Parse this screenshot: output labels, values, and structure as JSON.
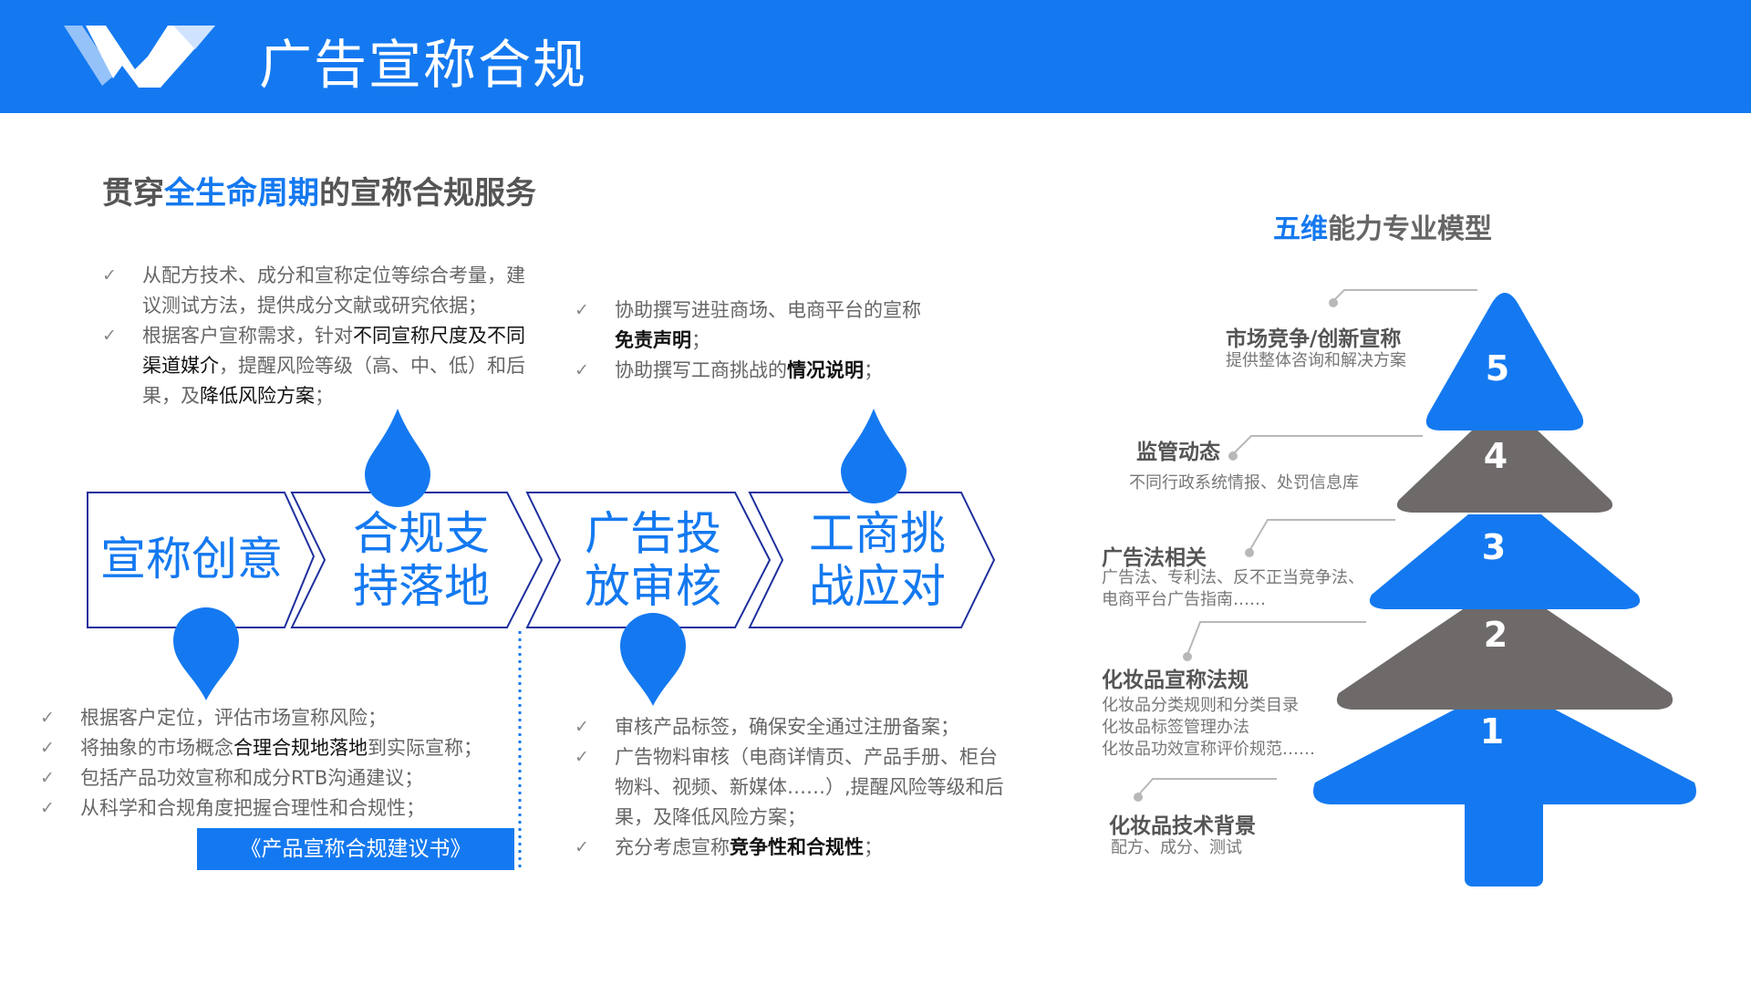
{
  "header": {
    "title": "广告宣称合规",
    "logo_icon": "wave-w-logo",
    "bg_color": "#1479f0"
  },
  "subtitle": {
    "prefix": "贯穿",
    "highlight": "全生命周期",
    "suffix": "的宣称合规服务"
  },
  "stages": [
    {
      "label": "宣称创意"
    },
    {
      "label_line1": "合规支",
      "label_line2": "持落地"
    },
    {
      "label_line1": "广告投",
      "label_line2": "放审核"
    },
    {
      "label_line1": "工商挑",
      "label_line2": "战应对"
    }
  ],
  "top_left_list": [
    {
      "parts": [
        {
          "t": "从配方技术、成分和宣称定位等综合考量，"
        },
        {
          "t": "建议测试方法，提供成分文献或研究依据；"
        }
      ]
    },
    {
      "parts": [
        {
          "t": "根据客户宣称需求，针对"
        },
        {
          "t": "不同宣称尺度及不同渠道媒介",
          "k": true
        },
        {
          "t": "，提醒风险等级（高、中、低）和后果，及"
        },
        {
          "t": "降低风险方案",
          "k": true
        },
        {
          "t": "；"
        }
      ]
    }
  ],
  "top_right_list": [
    {
      "parts": [
        {
          "t": "协助撰写进驻商场、电商平台的宣称"
        },
        {
          "t": "免责声明",
          "b": true
        },
        {
          "t": "；"
        }
      ]
    },
    {
      "parts": [
        {
          "t": "协助撰写工商挑战的"
        },
        {
          "t": "情况说明",
          "b": true
        },
        {
          "t": "；"
        }
      ]
    }
  ],
  "bottom_left_list": [
    {
      "parts": [
        {
          "t": "根据客户定位，评估市场宣称风险；"
        }
      ]
    },
    {
      "parts": [
        {
          "t": "将抽象的市场概念"
        },
        {
          "t": "合理合规地落地",
          "k": true
        },
        {
          "t": "到实际宣称；"
        }
      ]
    },
    {
      "parts": [
        {
          "t": "包括产品功效宣称和成分RTB沟通建议；"
        }
      ]
    },
    {
      "parts": [
        {
          "t": "从科学和合规角度把握合理性和合规性；"
        }
      ]
    }
  ],
  "doc_banner": "《产品宣称合规建议书》",
  "bottom_mid_list": [
    {
      "parts": [
        {
          "t": "审核产品标签，确保安全通过注册备案；"
        }
      ]
    },
    {
      "parts": [
        {
          "t": "广告物料审核（电商详情页、产品手册、柜台物料、视频、新媒体……）,提醒风险等级和后果，及降低风险方案；"
        }
      ]
    },
    {
      "parts": [
        {
          "t": "充分考虑宣称"
        },
        {
          "t": "竞争性和合规性",
          "b": true
        },
        {
          "t": "；"
        }
      ]
    }
  ],
  "model": {
    "title_highlight": "五维",
    "title_rest": "能力专业模型",
    "levels": [
      {
        "num": "5",
        "title": "市场竞争/创新宣称",
        "desc": [
          "提供整体咨询和解决方案"
        ],
        "color": "#1479f0"
      },
      {
        "num": "4",
        "title": "监管动态",
        "desc": [
          "不同行政系统情报、处罚信息库"
        ],
        "color": "#6f6a6a"
      },
      {
        "num": "3",
        "title": "广告法相关",
        "desc": [
          "广告法、专利法、反不正当竞争法、",
          "电商平台广告指南……"
        ],
        "color": "#1479f0"
      },
      {
        "num": "2",
        "title": "化妆品宣称法规",
        "desc": [
          "化妆品分类规则和分类目录",
          "化妆品标签管理办法",
          "化妆品功效宣称评价规范……"
        ],
        "color": "#6f6a6a"
      },
      {
        "num": "1",
        "title": "化妆品技术背景",
        "desc": [
          "配方、成分、测试"
        ],
        "color": "#1479f0"
      }
    ]
  }
}
